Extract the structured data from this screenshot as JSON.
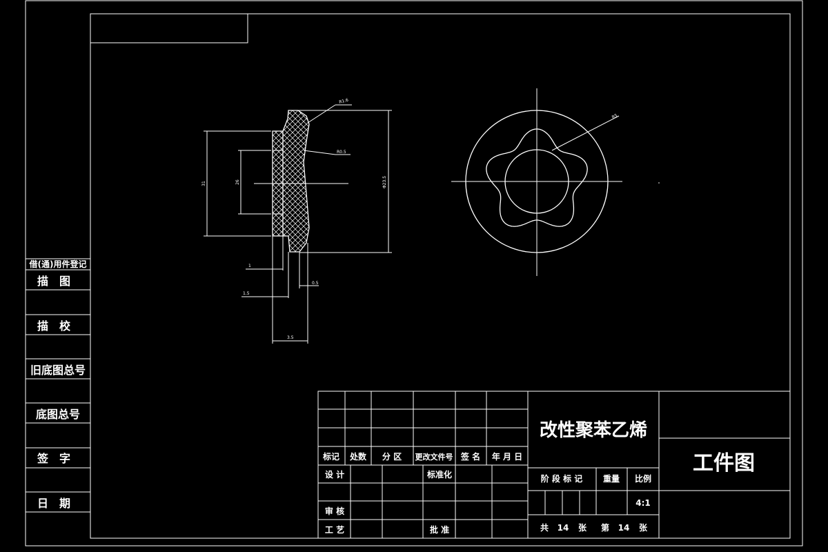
{
  "drawing": {
    "background": "#000000",
    "line_color": "#ffffff"
  },
  "left_strip": {
    "items": [
      {
        "label": "借(通)用件登记"
      },
      {
        "label": "描　图"
      },
      {
        "label": "描　校"
      },
      {
        "label": "旧底图总号"
      },
      {
        "label": "底图总号"
      },
      {
        "label": "签　字"
      },
      {
        "label": "日　期"
      }
    ]
  },
  "dimensions": {
    "section_view": {
      "outer_height": "31",
      "inner_height": "26",
      "overall_dia": "Φ23.5",
      "flange_step": "1",
      "base_thickness": "1.5",
      "total_width": "3.5",
      "wall": "0.5",
      "top_radius": "R1.6",
      "inner_radius": "R0.5"
    },
    "end_view": {
      "radius": "R5"
    }
  },
  "title_block": {
    "revision_headers": {
      "mark": "标记",
      "count": "处数",
      "zone": "分 区",
      "change_doc": "更改文件号",
      "signature": "签 名",
      "date": "年 月 日"
    },
    "roles": {
      "design": "设 计",
      "standardization": "标准化",
      "review": "审 核",
      "process": "工 艺",
      "approve": "批 准"
    },
    "material": "改性聚苯乙烯",
    "drawing_name": "工件图",
    "stage_label": "阶 段 标 记",
    "weight_label": "重量",
    "scale_label": "比例",
    "scale_value": "4:1",
    "sheets": {
      "total_label": "共",
      "total_value": "14",
      "unit1": "张",
      "page_label": "第",
      "page_value": "14",
      "unit2": "张"
    }
  }
}
